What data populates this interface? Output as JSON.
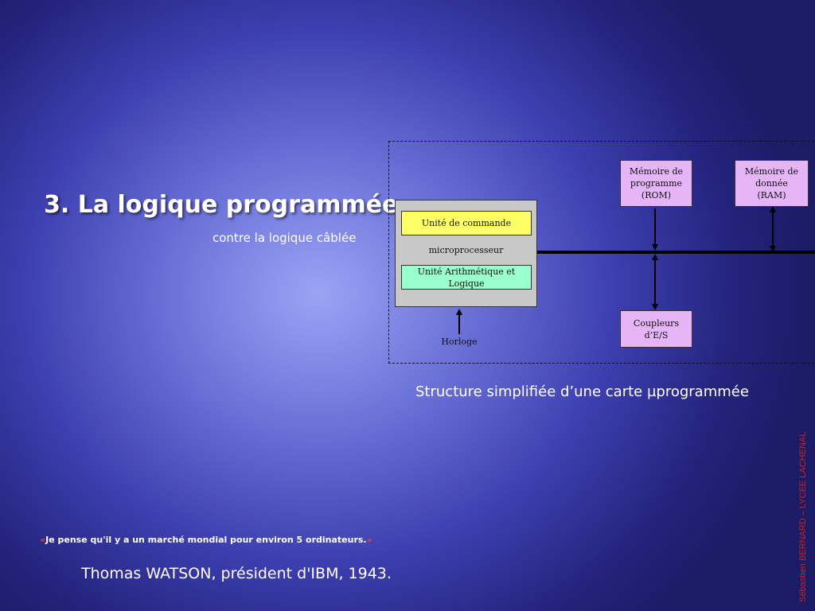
{
  "slide": {
    "title": "3. La logique programmée",
    "subtitle": "contre la logique câblée",
    "caption": "Structure simplifiée d’une carte µprogrammée",
    "quote": {
      "open_mark": "«",
      "text": "Je pense qu'il y a un marché mondial pour environ 5 ordinateurs.",
      "close_mark": "»"
    },
    "author": "Thomas WATSON, président d'IBM, 1943.",
    "credit": "Sébastien BERNARD – LYCEE LACHENAL"
  },
  "diagram": {
    "unite_commande": "Unité de commande",
    "microprocesseur": "microprocesseur",
    "ual": "Unité Arithmétique et Logique",
    "horloge": "Horloge",
    "rom": [
      "Mémoire de",
      "programme",
      "(ROM)"
    ],
    "ram": [
      "Mémoire de",
      "donnée",
      "(RAM)"
    ],
    "coupleurs": [
      "Coupleurs",
      "d’E/S"
    ]
  },
  "colors": {
    "unite_commande": "#ffff66",
    "ual": "#99ffcc",
    "memory_boxes": "#e5b5f7",
    "microprocesseur": "#c8c8c8",
    "quote_marks": "#ff3333",
    "credit": "#cc2222"
  }
}
